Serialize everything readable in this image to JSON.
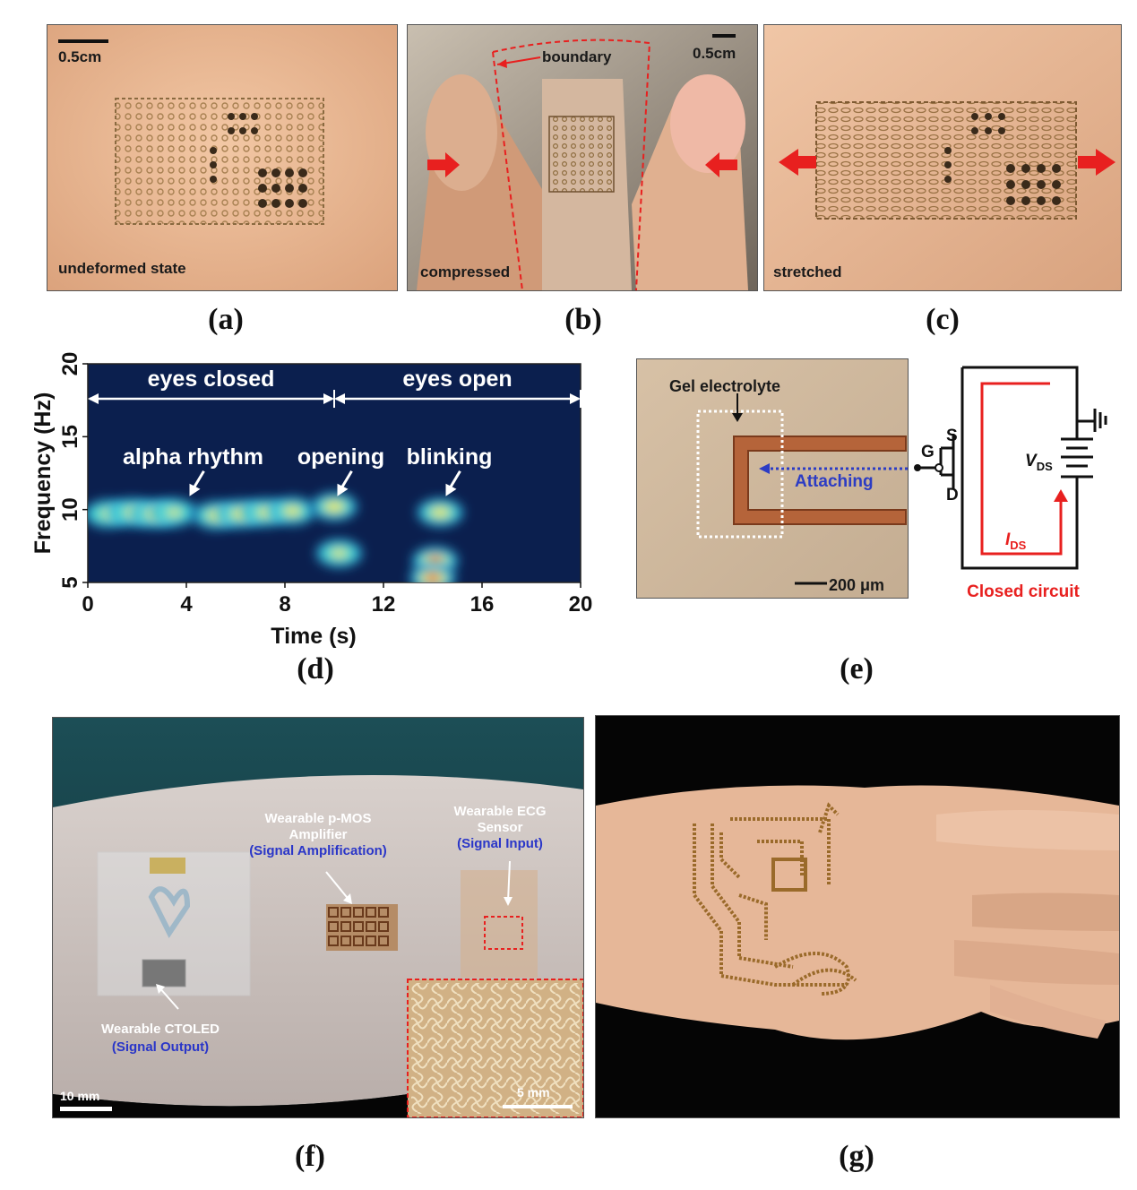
{
  "panels": {
    "a": {
      "caption": "(a)",
      "scale_label": "0.5cm",
      "state_label": "undeformed state"
    },
    "b": {
      "caption": "(b)",
      "scale_label": "0.5cm",
      "boundary_label": "boundary",
      "state_label": "compressed"
    },
    "c": {
      "caption": "(c)",
      "state_label": "stretched"
    },
    "d": {
      "caption": "(d)"
    },
    "e": {
      "caption": "(e)",
      "gel_label": "Gel electrolyte",
      "attaching_label": "Attaching",
      "scale_label": "200 μm",
      "circuit": {
        "g": "G",
        "s": "S",
        "d": "D",
        "vds_main": "V",
        "vds_sub": "DS",
        "ids_main": "I",
        "ids_sub": "DS",
        "closed_label": "Closed circuit"
      }
    },
    "f": {
      "caption": "(f)",
      "amp_line1": "Wearable p-MOS",
      "amp_line2": "Amplifier",
      "amp_role": "(Signal Amplification)",
      "ecg_line1": "Wearable ECG",
      "ecg_line2": "Sensor",
      "ecg_role": "(Signal Input)",
      "oled_line1": "Wearable CTOLED",
      "oled_role": "(Signal Output)",
      "scale_label": "10 mm",
      "inset_scale_label": "5 mm"
    },
    "g": {
      "caption": "(g)"
    }
  },
  "chart_data": {
    "type": "heatmap",
    "xlabel": "Time (s)",
    "ylabel": "Frequency (Hz)",
    "xlim": [
      0,
      20
    ],
    "ylim": [
      5,
      20
    ],
    "x_ticks": [
      "0",
      "4",
      "8",
      "12",
      "16",
      "20"
    ],
    "y_ticks": [
      "5",
      "10",
      "15",
      "20"
    ],
    "regions": [
      {
        "label": "eyes closed",
        "x_start": 0,
        "x_end": 10
      },
      {
        "label": "eyes open",
        "x_start": 10,
        "x_end": 20
      }
    ],
    "annotations": [
      {
        "label": "alpha rhythm",
        "x": 4.2,
        "y": 10.3
      },
      {
        "label": "opening",
        "x": 10.2,
        "y": 10.3
      },
      {
        "label": "blinking",
        "x": 14.6,
        "y": 10.3
      }
    ],
    "hotspots": [
      {
        "x": 0.8,
        "y": 9.7,
        "intensity": 0.5
      },
      {
        "x": 1.8,
        "y": 9.8,
        "intensity": 0.6
      },
      {
        "x": 2.7,
        "y": 9.7,
        "intensity": 0.7
      },
      {
        "x": 3.5,
        "y": 9.8,
        "intensity": 0.55
      },
      {
        "x": 5.2,
        "y": 9.6,
        "intensity": 0.7
      },
      {
        "x": 6.2,
        "y": 9.7,
        "intensity": 0.75
      },
      {
        "x": 7.2,
        "y": 9.8,
        "intensity": 0.65
      },
      {
        "x": 8.3,
        "y": 9.9,
        "intensity": 0.7
      },
      {
        "x": 10.0,
        "y": 10.2,
        "intensity": 0.8
      },
      {
        "x": 10.2,
        "y": 7.0,
        "intensity": 0.6
      },
      {
        "x": 14.3,
        "y": 9.8,
        "intensity": 0.75
      },
      {
        "x": 14.1,
        "y": 6.5,
        "intensity": 0.9
      },
      {
        "x": 14.0,
        "y": 5.3,
        "intensity": 1.0
      }
    ]
  }
}
